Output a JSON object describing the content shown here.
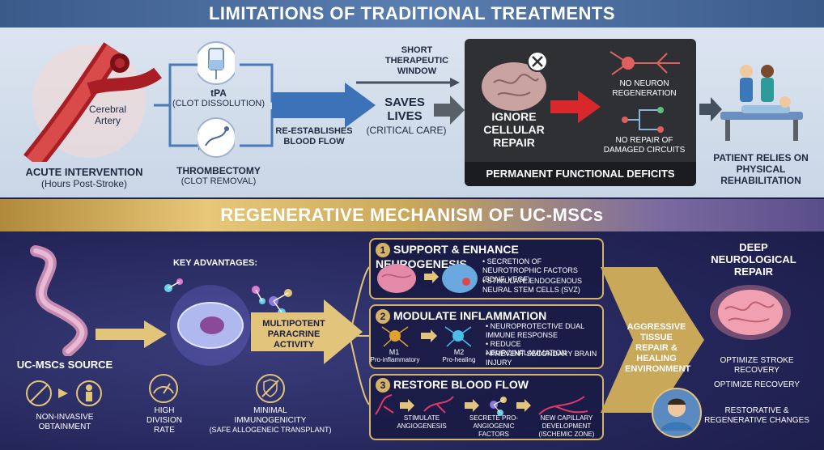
{
  "top": {
    "title": "LIMITATIONS OF TRADITIONAL TREATMENTS",
    "artery_label": "Cerebral Artery",
    "acute_title": "ACUTE INTERVENTION",
    "acute_sub": "(Hours Post-Stroke)",
    "tpa_title": "tPA",
    "tpa_sub": "(CLOT DISSOLUTION)",
    "thromb_title": "THROMBECTOMY",
    "thromb_sub": "(CLOT REMOVAL)",
    "short_window": "SHORT THERAPEUTIC WINDOW",
    "reestablishes": "RE-ESTABLISHES BLOOD FLOW",
    "saves_lives": "SAVES LIVES",
    "critical_care": "(CRITICAL CARE)",
    "ignore_repair": "IGNORE CELLULAR REPAIR",
    "no_neuron": "NO NEURON REGENERATION",
    "no_repair": "NO REPAIR OF DAMAGED CIRCUITS",
    "permanent": "PERMANENT FUNCTIONAL DEFICITS",
    "patient_relies": "PATIENT RELIES ON PHYSICAL REHABILITATION"
  },
  "bottom": {
    "title": "REGENERATIVE MECHANISM OF UC-MSCs",
    "key_adv": "KEY ADVANTAGES:",
    "source": "UC-MSCs SOURCE",
    "noninvasive": "NON-INVASIVE OBTAINMENT",
    "high_div": "HIGH DIVISION RATE",
    "minimal": "MINIMAL IMMUNOGENICITY",
    "safe": "(SAFE ALLOGENEIC TRANSPLANT)",
    "multipotent": "MULTIPOTENT PARACRINE ACTIVITY",
    "box1_num": "1",
    "box1_title": "SUPPORT & ENHANCE NEUROGENESIS",
    "box1_b1": "• SECRETION OF NEUROTROPHIC FACTORS (BDNF, VEGF)",
    "box1_b2": "• STIMULATE ENDOGENOUS NEURAL STEM CELLS (SVZ)",
    "box2_num": "2",
    "box2_title": "MODULATE INFLAMMATION",
    "m1": "M1",
    "m1_sub": "Pro-inflammatory",
    "m2": "M2",
    "m2_sub": "Pro-healing",
    "box2_b1": "• NEUROPROTECTIVE DUAL IMMUNE RESPONSE",
    "box2_b2": "• REDUCE NEUROINFLAMMATION",
    "box2_b3": "• PREVENT SECONDARY BRAIN INJURY",
    "box3_num": "3",
    "box3_title": "RESTORE BLOOD FLOW",
    "stimulate": "STIMULATE ANGIOGENESIS",
    "secrete": "SECRETE PRO-ANGIOGENIC FACTORS",
    "new_cap": "NEW CAPILLARY DEVELOPMENT (ISCHEMIC ZONE)",
    "aggressive": "AGGRESSIVE TISSUE REPAIR & HEALING ENVIRONMENT",
    "deep": "DEEP NEUROLOGICAL REPAIR",
    "opt1": "OPTIMIZE STROKE RECOVERY",
    "opt2": "OPTIMIZE RECOVERY",
    "restorative": "RESTORATIVE & REGENERATIVE CHANGES"
  }
}
